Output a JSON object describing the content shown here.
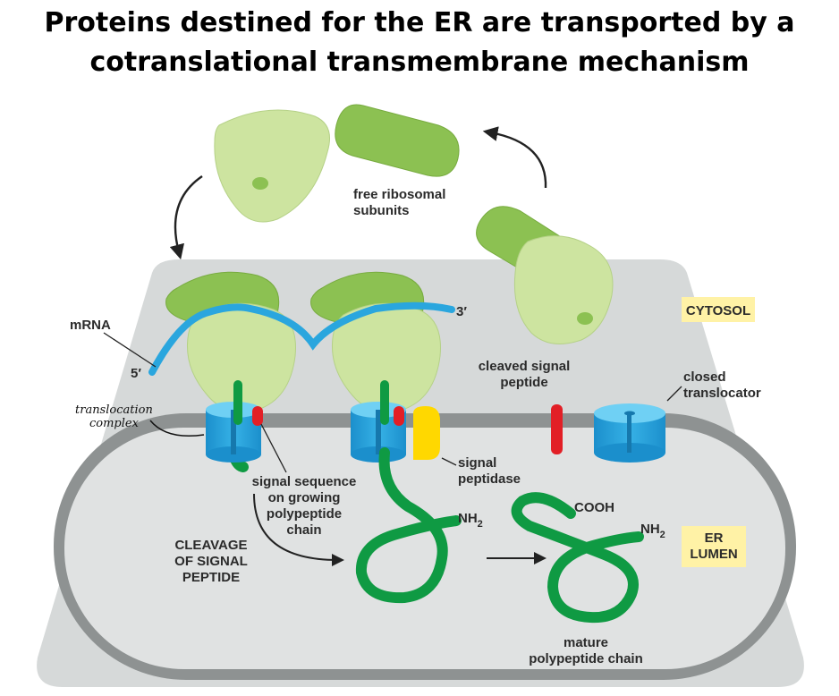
{
  "title": {
    "line1": "Proteins destined for the ER are transported by a",
    "line2": "cotranslational transmembrane mechanism"
  },
  "labels": {
    "free_subunits": [
      "free ribosomal",
      "subunits"
    ],
    "mrna": "mRNA",
    "five_prime": "5′",
    "three_prime": "3′",
    "cytosol": "CYTOSOL",
    "er_lumen": [
      "ER",
      "LUMEN"
    ],
    "cleaved_signal_peptide": [
      "cleaved signal",
      "peptide"
    ],
    "closed_translocator": [
      "closed",
      "translocator"
    ],
    "translocation_complex": [
      "translocation",
      "complex"
    ],
    "signal_sequence": [
      "signal sequence",
      "on growing",
      "polypeptide",
      "chain"
    ],
    "signal_peptidase": [
      "signal",
      "peptidase"
    ],
    "cleavage": [
      "CLEAVAGE",
      "OF SIGNAL",
      "PEPTIDE"
    ],
    "nh2_a": "NH",
    "nh2_b": "NH",
    "sub2": "2",
    "cooh": "COOH",
    "mature_chain": [
      "mature",
      "polypeptide chain"
    ]
  },
  "colors": {
    "ribosome_light": "#cde4a0",
    "ribosome_dark": "#8cc152",
    "mrna": "#2aa6de",
    "translocator": "#2aa6de",
    "polypeptide": "#0f9a43",
    "signal_red": "#e21f26",
    "peptidase_yellow": "#ffd800",
    "membrane": "#8c9090",
    "cytosol_gray": "#d8dbdb",
    "lumen_gray": "#e2e4e4",
    "label_box": "#fff2a6"
  }
}
